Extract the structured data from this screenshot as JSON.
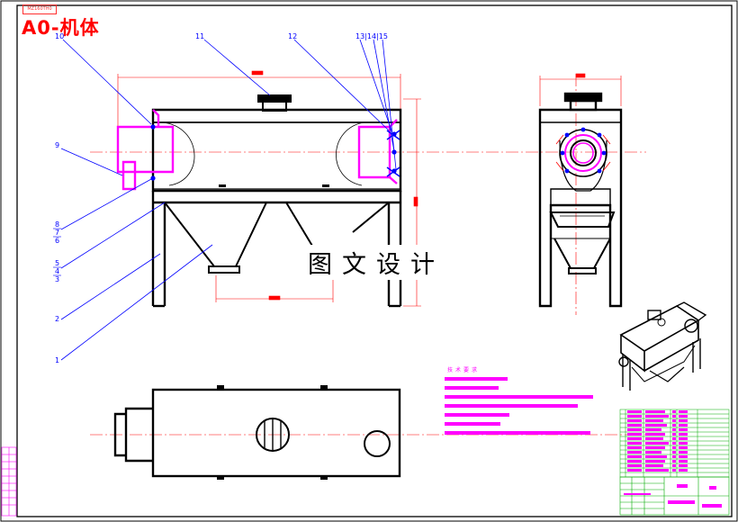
{
  "drawing": {
    "title": "A0-机体",
    "watermark": "图文设计",
    "corner_tag": "MZ160TH0",
    "accent_color": "#ff00ff",
    "leader_color": "#0000ff",
    "outline_color": "#000000",
    "center_line_color": "#ff0000"
  },
  "callouts": [
    {
      "id": "10",
      "text": "10"
    },
    {
      "id": "11",
      "text": "11"
    },
    {
      "id": "12",
      "text": "12"
    },
    {
      "id": "13-15",
      "text": "13|14|15"
    },
    {
      "id": "9",
      "text": "9"
    },
    {
      "id": "8",
      "text": "8"
    },
    {
      "id": "7",
      "text": "7"
    },
    {
      "id": "6",
      "text": "6"
    },
    {
      "id": "5",
      "text": "5"
    },
    {
      "id": "4",
      "text": "4"
    },
    {
      "id": "3",
      "text": "3"
    },
    {
      "id": "2",
      "text": "2"
    },
    {
      "id": "1",
      "text": "1"
    }
  ],
  "notes": {
    "title": "技术要求"
  }
}
